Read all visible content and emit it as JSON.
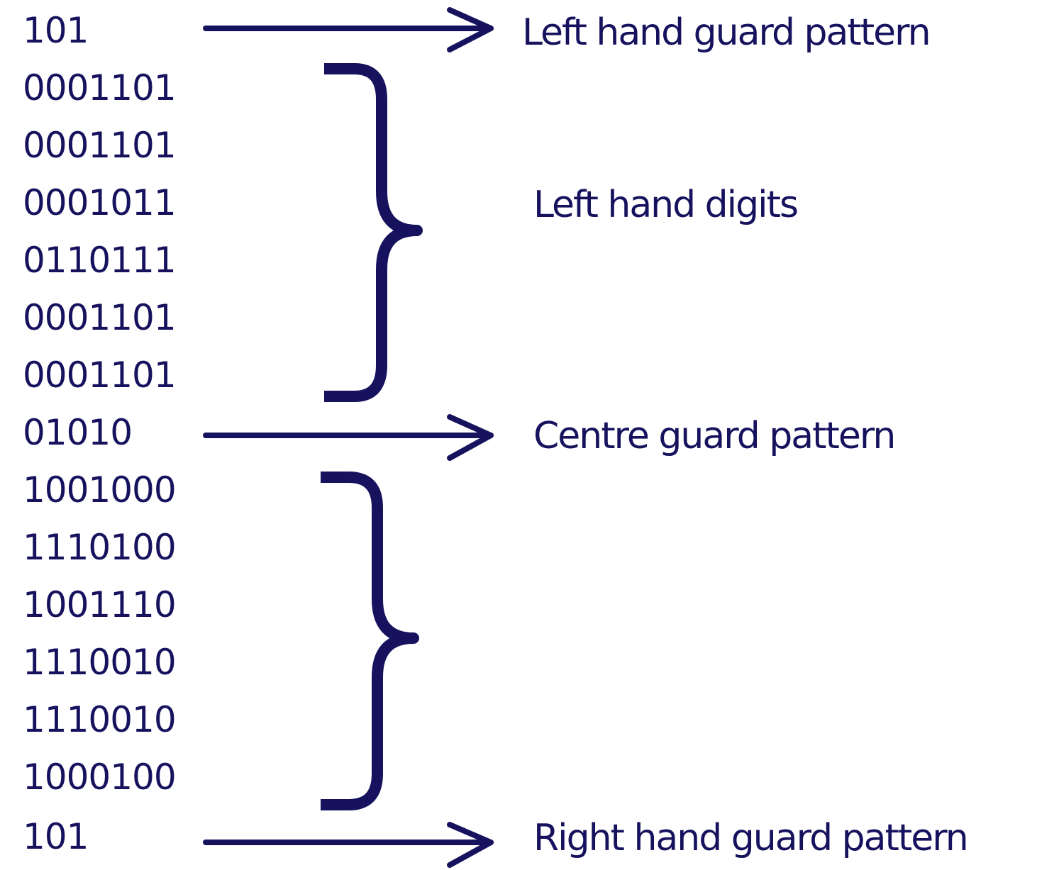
{
  "codes": [
    "101",
    "0001101",
    "0001101",
    "0001011",
    "0110111",
    "0001101",
    "0001101",
    "01010",
    "1001000",
    "1110100",
    "1001110",
    "1110010",
    "1110010",
    "1000100",
    "101"
  ],
  "labels": {
    "left_guard": "Left hand guard pattern",
    "left_digits": "Left hand digits",
    "centre_guard": "Centre guard pattern",
    "right_guard": "Right hand guard pattern"
  },
  "colors": {
    "ink": "#16125e",
    "background": "#ffffff"
  }
}
